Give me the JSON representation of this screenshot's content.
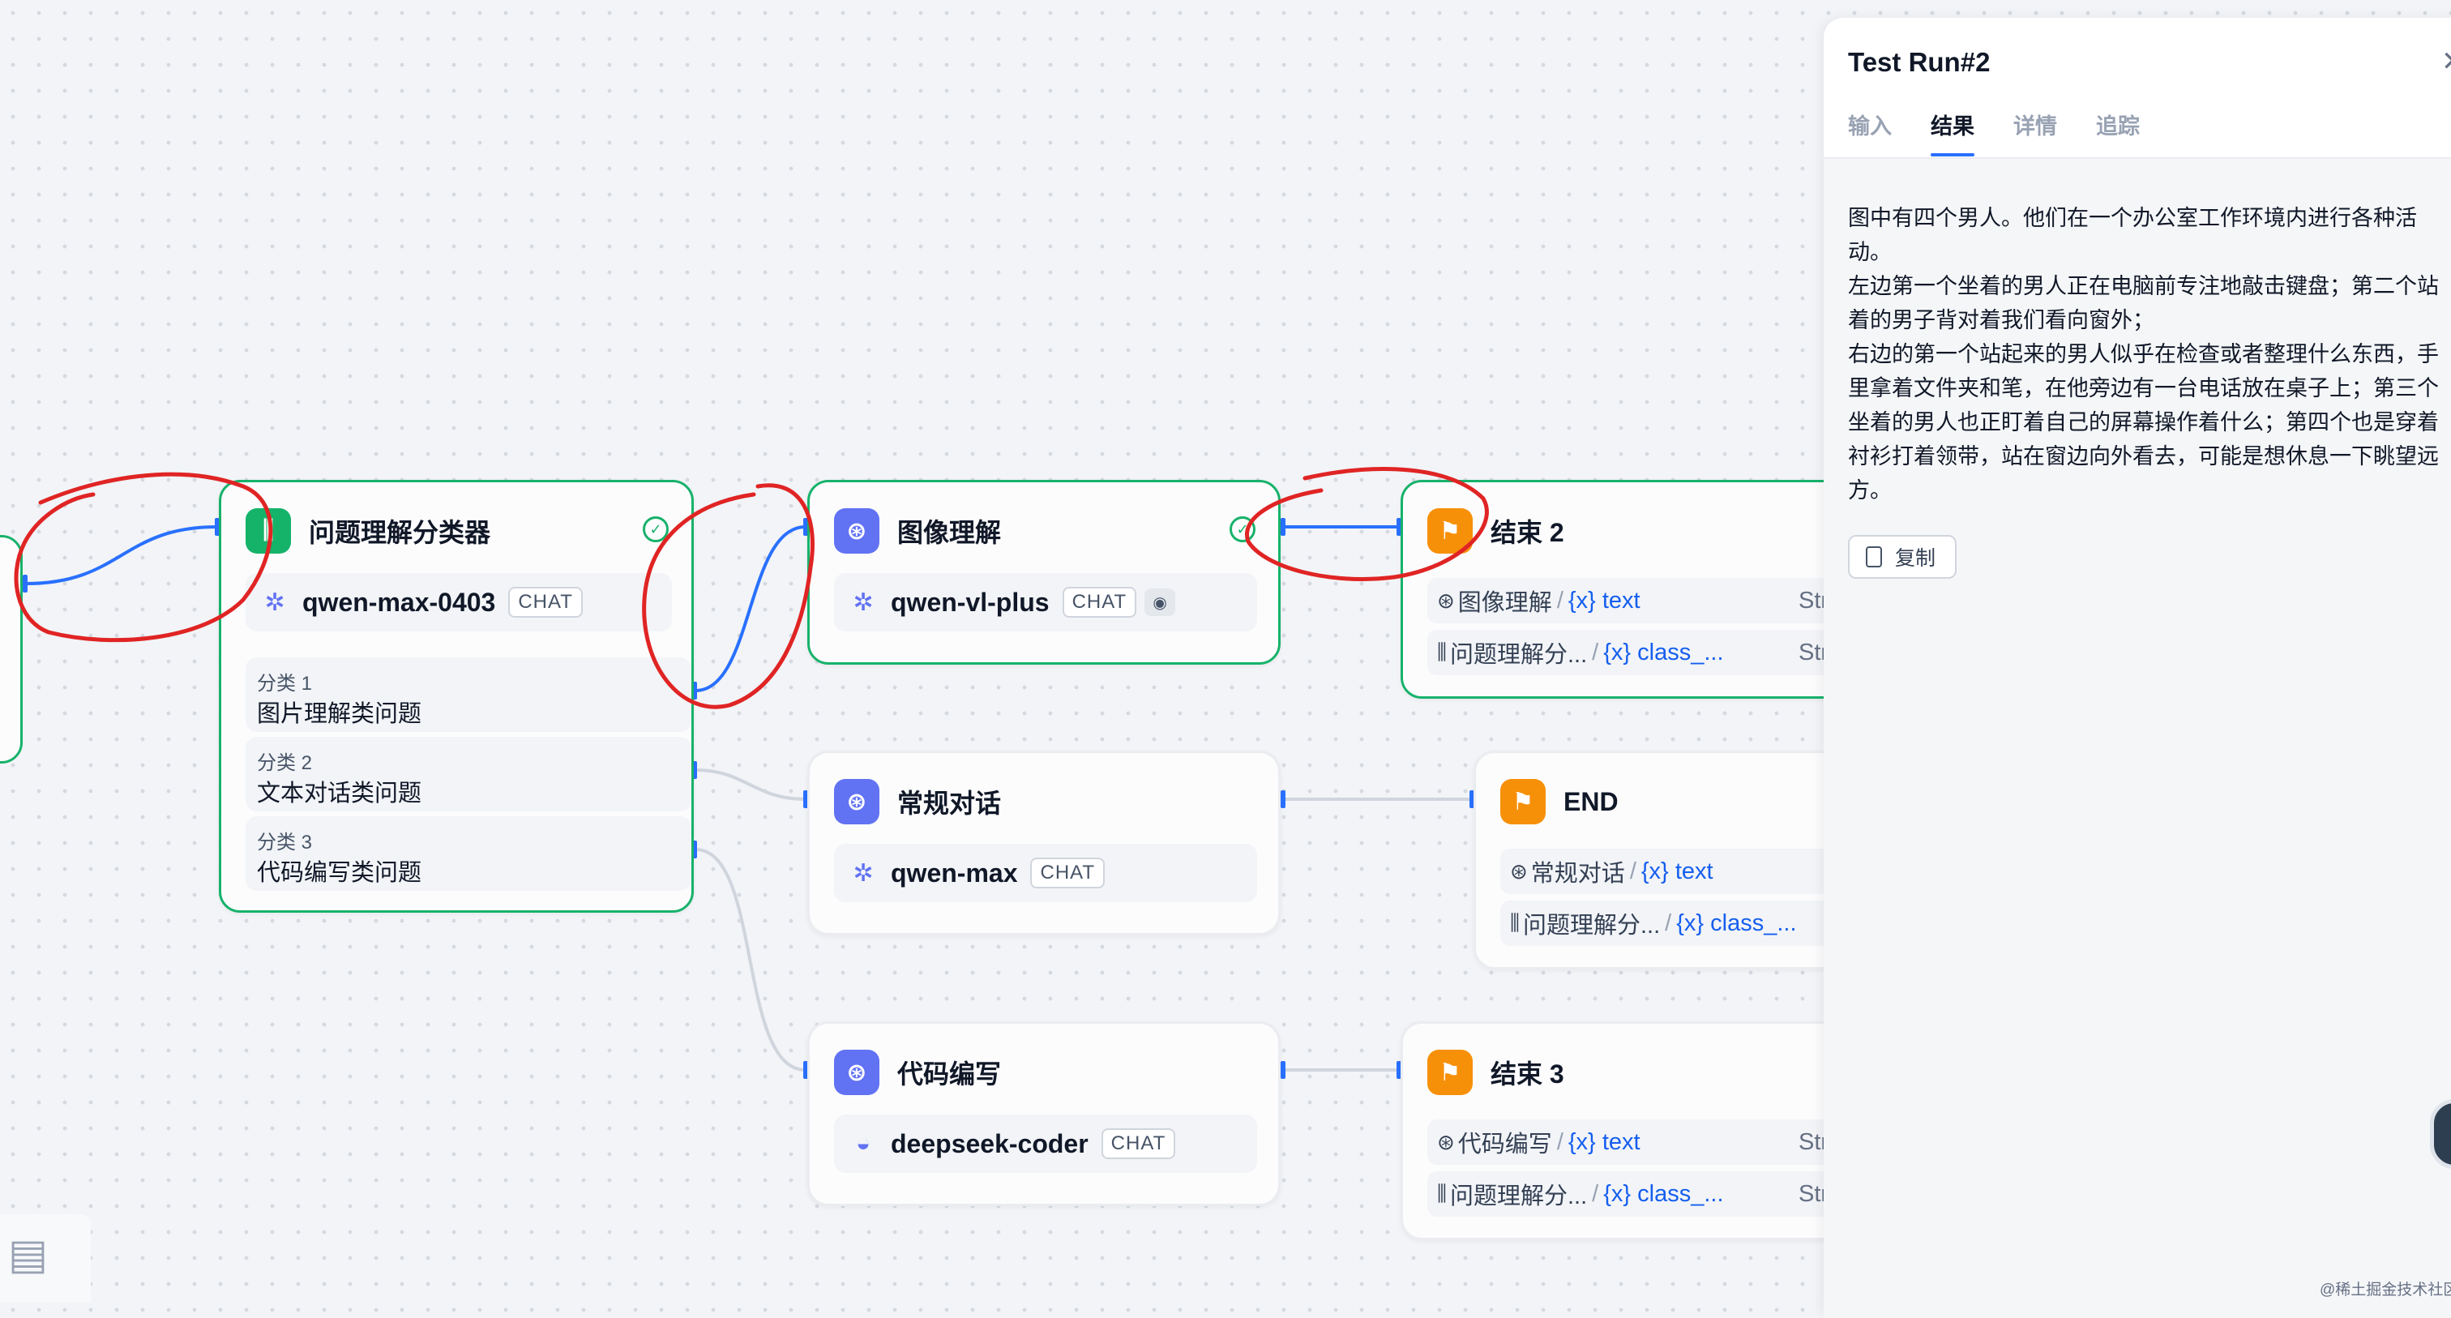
{
  "nodes": {
    "classifier": {
      "title": "问题理解分类器",
      "model": "qwen-max-0403",
      "badge": "CHAT",
      "classes": [
        {
          "label": "分类 1",
          "value": "图片理解类问题"
        },
        {
          "label": "分类 2",
          "value": "文本对话类问题"
        },
        {
          "label": "分类 3",
          "value": "代码编写类问题"
        }
      ]
    },
    "image_llm": {
      "title": "图像理解",
      "model": "qwen-vl-plus",
      "badge": "CHAT"
    },
    "chat_llm": {
      "title": "常规对话",
      "model": "qwen-max",
      "badge": "CHAT"
    },
    "code_llm": {
      "title": "代码编写",
      "model": "deepseek-coder",
      "badge": "CHAT"
    },
    "end2": {
      "title": "结束 2",
      "vars": [
        {
          "src": "图像理解",
          "name": "text",
          "type": "Strir"
        },
        {
          "src": "问题理解分...",
          "name": "class_...",
          "type": "Strir"
        }
      ]
    },
    "end": {
      "title": "END",
      "vars": [
        {
          "src": "常规对话",
          "name": "text"
        },
        {
          "src": "问题理解分...",
          "name": "class_..."
        }
      ]
    },
    "end3": {
      "title": "结束 3",
      "vars": [
        {
          "src": "代码编写",
          "name": "text",
          "type": "Strir"
        },
        {
          "src": "问题理解分...",
          "name": "class_...",
          "type": "Strir"
        }
      ]
    }
  },
  "panel": {
    "title": "Test Run#2",
    "close_icon": "close-icon",
    "tabs": [
      "输入",
      "结果",
      "详情",
      "追踪"
    ],
    "active_tab": "结果",
    "result_text": "图中有四个男人。他们在一个办公室工作环境内进行各种活\n动。\n左边第一个坐着的男人正在电脑前专注地敲击键盘；第二个站\n着的男子背对着我们看向窗外；\n右边的第一个站起来的男人似乎在检查或者整理什么东西，手\n里拿着文件夹和笔，在他旁边有一台电话放在桌子上；第三个\n坐着的男人也正盯着自己的屏幕操作着什么；第四个也是穿着\n衬衫打着领带，站在窗边向外看去，可能是想休息一下眺望远\n方。",
    "copy_label": "复制"
  },
  "watermark": "@稀土掘金技术社区",
  "colors": {
    "success": "#17b26a",
    "edge": "#2970ff",
    "annotation": "#e02424"
  }
}
